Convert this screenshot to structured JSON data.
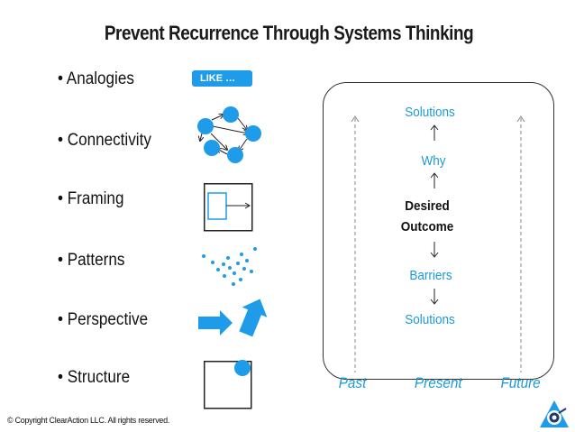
{
  "title": "Prevent Recurrence Through Systems Thinking",
  "bullets": [
    {
      "label": "• Analogies",
      "icon": "like-tag-icon"
    },
    {
      "label": "• Connectivity",
      "icon": "connected-nodes-icon"
    },
    {
      "label": "• Framing",
      "icon": "frame-icon"
    },
    {
      "label": "• Patterns",
      "icon": "scattered-dots-icon"
    },
    {
      "label": "• Perspective",
      "icon": "arrows-icon"
    },
    {
      "label": "• Structure",
      "icon": "box-with-dot-icon"
    }
  ],
  "like_badge": "LIKE …",
  "flow": {
    "top_solutions": "Solutions",
    "why": "Why",
    "desired_outcome_line1": "Desired",
    "desired_outcome_line2": "Outcome",
    "barriers": "Barriers",
    "bottom_solutions": "Solutions"
  },
  "timeline": {
    "past": "Past",
    "present": "Present",
    "future": "Future"
  },
  "copyright": "© Copyright ClearAction LLC. All rights reserved.",
  "colors": {
    "accent": "#1e9be9",
    "text_blue": "#1b9ad6",
    "dark": "#111111"
  },
  "logo": "clearaction-logo-icon"
}
